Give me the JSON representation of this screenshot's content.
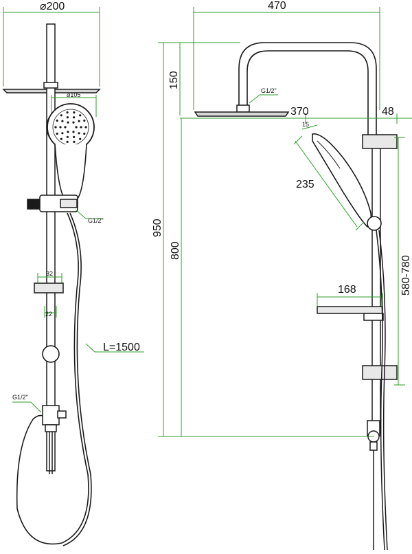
{
  "colors": {
    "dimension_line": "#2e9e2a",
    "outline": "#1a1a1a",
    "background": "#ffffff"
  },
  "left_view": {
    "head_diameter": "⌀200",
    "hand_shower_diameter": "⌀105",
    "slider_thread": "G1/2\"",
    "clamp_width": "32",
    "clamp_gap": "22",
    "hose_length": "L=1500",
    "diverter_thread": "G1/2\""
  },
  "right_view": {
    "total_width": "470",
    "arm_drop": "150",
    "head_thread": "G1/2\"",
    "arm_reach": "370",
    "wall_offset": "48",
    "hand_nozzle": "15",
    "hand_length": "235",
    "total_height": "950",
    "rail_height": "800",
    "slider_range": "580-780",
    "shelf_width": "168"
  }
}
